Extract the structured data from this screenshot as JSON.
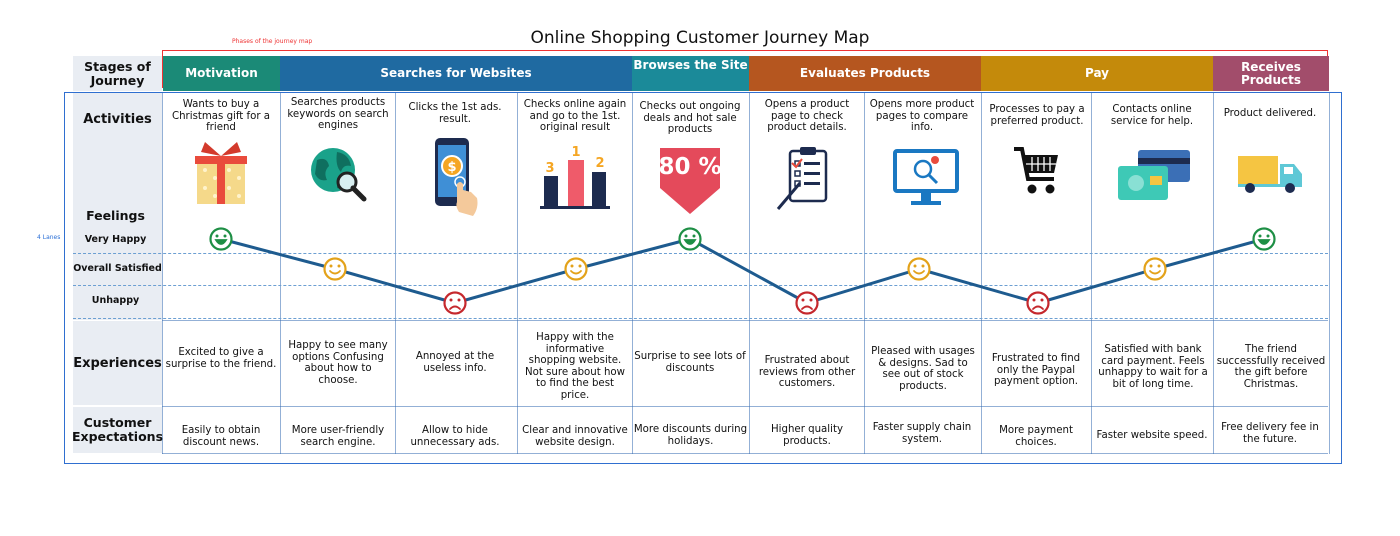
{
  "title": "Online Shopping Customer Journey Map",
  "phases_note": "Phases of the journey map",
  "lanes_note": "4 Lanes",
  "colors": {
    "motivation": "#1b8a77",
    "searches": "#1f6aa1",
    "browses": "#1b8a99",
    "evaluates": "#b5561f",
    "pay": "#c48a0b",
    "receives": "#a24d6b",
    "happy": "#1e8f45",
    "satisfied": "#e3a21a",
    "unhappy": "#c5282d",
    "line": "#1e5b8f"
  },
  "row_headers": {
    "stages": "Stages of Journey",
    "activities": "Activities",
    "feelings": "Feelings",
    "very_happy": "Very Happy",
    "overall_satisfied": "Overall Satisfied",
    "unhappy": "Unhappy",
    "experiences": "Experiences",
    "customer_expectations": "Customer Expectations"
  },
  "phases": [
    {
      "label": "Motivation",
      "color": "#1b8a77"
    },
    {
      "label": "Searches for Websites",
      "color": "#1f6aa1"
    },
    {
      "label": "Browses the Site",
      "color": "#1b8a99"
    },
    {
      "label": "Evaluates Products",
      "color": "#b5561f"
    },
    {
      "label": "Pay",
      "color": "#c48a0b"
    },
    {
      "label": "Receives Products",
      "color": "#a24d6b"
    }
  ],
  "columns": [
    {
      "activity": "Wants to buy a Christmas gift for a friend",
      "icon": "gift-icon",
      "feeling": "very_happy",
      "experience": "Excited to give a surprise to the friend.",
      "expectation": "Easily to obtain discount news."
    },
    {
      "activity": "Searches products keywords on search engines",
      "icon": "globe-search-icon",
      "feeling": "overall_satisfied",
      "experience": "Happy to see many options Confusing about how to choose.",
      "expectation": "More user-friendly search engine."
    },
    {
      "activity": "Clicks the 1st ads. result.",
      "icon": "phone-tap-icon",
      "feeling": "unhappy",
      "experience": "Annoyed at the useless info.",
      "expectation": "Allow to hide unnecessary ads."
    },
    {
      "activity": "Checks online again and go to the 1st. original result",
      "icon": "ranking-chart-icon",
      "feeling": "overall_satisfied",
      "experience": "Happy with the informative shopping website. Not sure about how to find the best price.",
      "expectation": "Clear and innovative website design."
    },
    {
      "activity": "Checks out ongoing deals and hot sale products",
      "icon": "discount-tag-icon",
      "discount_text": "80 %",
      "feeling": "very_happy",
      "experience": "Surprise to see lots of discounts",
      "expectation": "More discounts during holidays."
    },
    {
      "activity": "Opens a product page to check product details.",
      "icon": "checklist-icon",
      "feeling": "unhappy",
      "experience": "Frustrated about reviews from other customers.",
      "expectation": "Higher quality products."
    },
    {
      "activity": "Opens more product pages to compare info.",
      "icon": "monitor-search-icon",
      "feeling": "overall_satisfied",
      "experience": "Pleased with usages & designs. Sad to see out of stock products.",
      "expectation": "Faster supply chain system."
    },
    {
      "activity": "Processes to pay a preferred product.",
      "icon": "shopping-cart-icon",
      "feeling": "unhappy",
      "experience": "Frustrated to find only the Paypal payment option.",
      "expectation": "More payment choices."
    },
    {
      "activity": "Contacts online service for help.",
      "icon": "bank-card-icon",
      "feeling": "overall_satisfied",
      "experience": "Satisfied with bank card payment. Feels unhappy to wait for a bit of long time.",
      "expectation": "Faster website speed."
    },
    {
      "activity": "Product delivered.",
      "icon": "delivery-truck-icon",
      "feeling": "very_happy",
      "experience": "The friend successfully received the gift before Christmas.",
      "expectation": "Free delivery fee in the future."
    }
  ]
}
